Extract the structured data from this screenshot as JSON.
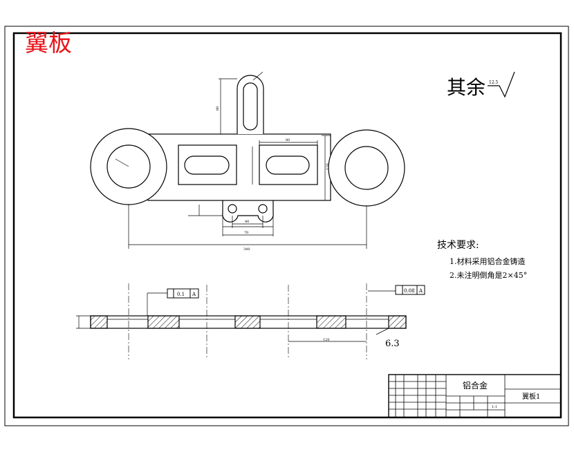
{
  "header": {
    "title": "翼板"
  },
  "roughness": {
    "label": "其余",
    "value": "12.5"
  },
  "tech_requirements": {
    "heading": "技术要求:",
    "items": [
      "1.材料采用铝合金铸造",
      "2.未注明倒角是2×45°"
    ]
  },
  "dimensions": {
    "overall_length": "340",
    "pin_spacing": "40",
    "pin_width": "70",
    "window_width": "80",
    "height_right": "120",
    "tab_height": "80",
    "section_offset": "120",
    "surface_finish": "6.3"
  },
  "tolerances": {
    "flatness": {
      "value": "0.1",
      "datum": "A"
    },
    "parallelism": {
      "value": "0.08",
      "datum": "A"
    }
  },
  "title_block": {
    "material": "铝合金",
    "part_name": "翼板1",
    "scale": "1:1"
  },
  "colors": {
    "title_red": "#e8141b",
    "line": "#000000",
    "sheet": "#ffffff"
  }
}
